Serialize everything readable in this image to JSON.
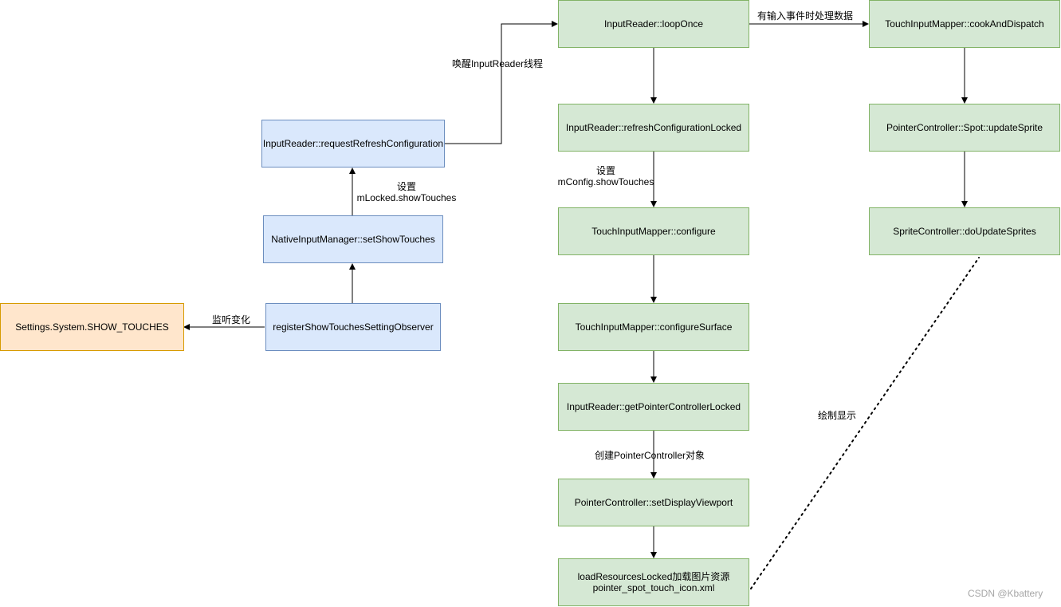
{
  "nodes": {
    "loop_once": "InputReader::loopOnce",
    "refresh_config": "InputReader::refreshConfigurationLocked",
    "configure": "TouchInputMapper::configure",
    "configure_surface": "TouchInputMapper::configureSurface",
    "get_pointer_controller": "InputReader::getPointerControllerLocked",
    "set_display_viewport": "PointerController::setDisplayViewport",
    "load_resources": "loadResourcesLocked加载图片资源\npointer_spot_touch_icon.xml",
    "cook_and_dispatch": "TouchInputMapper::cookAndDispatch",
    "update_sprite": "PointerController::Spot::updateSprite",
    "do_update_sprites": "SpriteController::doUpdateSprites",
    "request_refresh": "InputReader::requestRefreshConfiguration",
    "set_show_touches": "NativeInputManager::setShowTouches",
    "register_observer": "registerShowTouchesSettingObserver",
    "settings_show_touches": "Settings.System.SHOW_TOUCHES"
  },
  "edge_labels": {
    "wake_reader": "唤醒InputReader线程",
    "on_input_event": "有输入事件时处理数据",
    "set_mconfig": "设置\nmConfig.showTouches",
    "set_mlocked": "设置\nmLocked.showTouches",
    "listen_change": "监听变化",
    "create_pointer_controller": "创建PointerController对象",
    "draw_display": "绘制显示"
  },
  "watermark": "CSDN @Kbattery",
  "colors": {
    "green_fill": "#d5e8d4",
    "green_stroke": "#82b366",
    "blue_fill": "#dae8fc",
    "blue_stroke": "#6c8ebf",
    "orange_fill": "#ffe6cc",
    "orange_stroke": "#d79b00"
  }
}
